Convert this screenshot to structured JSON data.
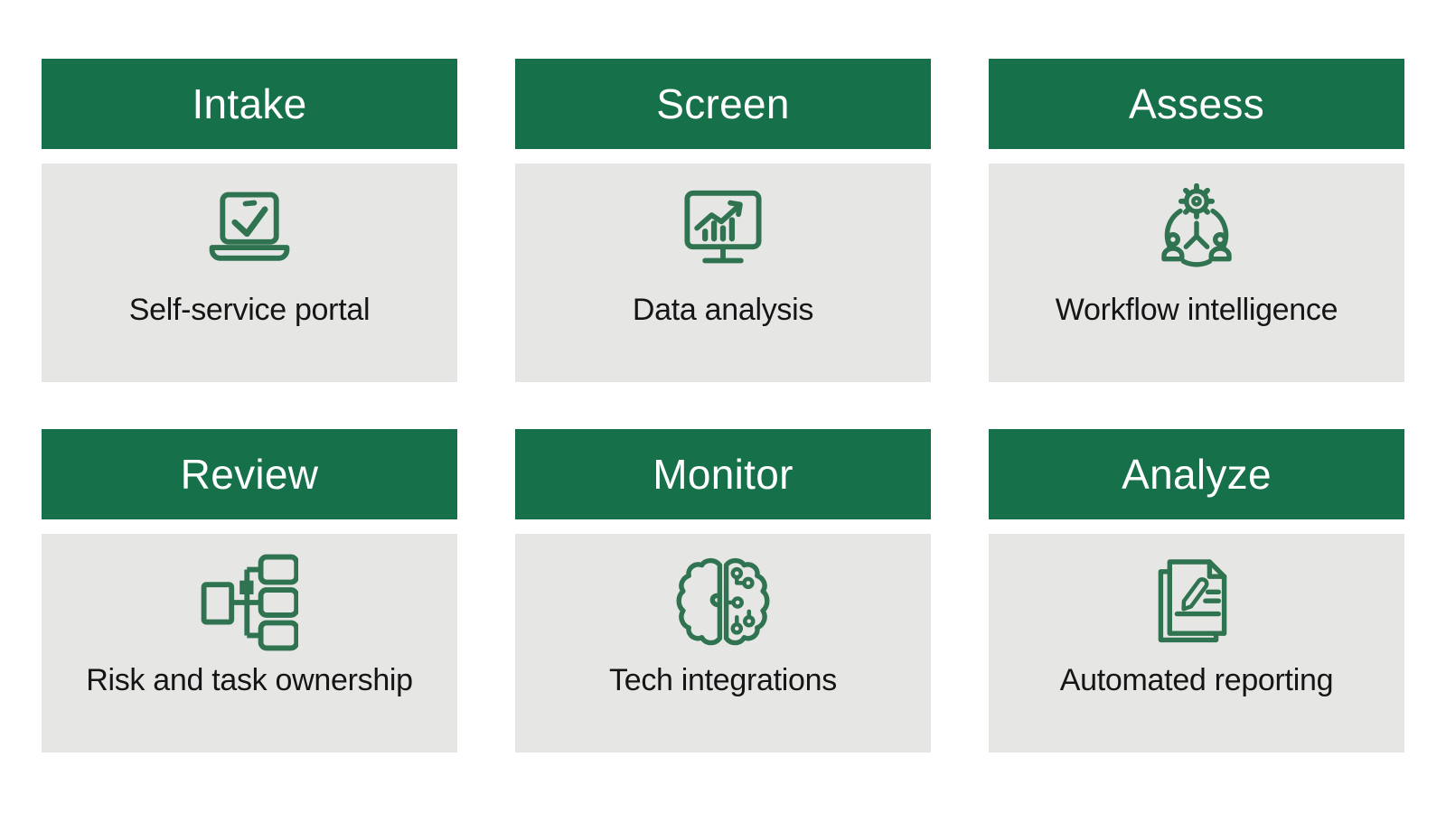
{
  "colors": {
    "header_bg": "#16714A",
    "header_text": "#FFFFFF",
    "body_bg": "#E6E6E5",
    "label_text": "#151515",
    "icon_stroke": "#2F7350"
  },
  "cards": [
    {
      "title": "Intake",
      "label": "Self-service portal",
      "icon": "laptop-check-icon"
    },
    {
      "title": "Screen",
      "label": "Data analysis",
      "icon": "monitor-chart-icon"
    },
    {
      "title": "Assess",
      "label": "Workflow intelligence",
      "icon": "gear-people-network-icon"
    },
    {
      "title": "Review",
      "label": "Risk and task ownership",
      "icon": "flowchart-hierarchy-icon"
    },
    {
      "title": "Monitor",
      "label": "Tech integrations",
      "icon": "brain-circuit-icon"
    },
    {
      "title": "Analyze",
      "label": "Automated reporting",
      "icon": "document-pencil-icon"
    }
  ]
}
